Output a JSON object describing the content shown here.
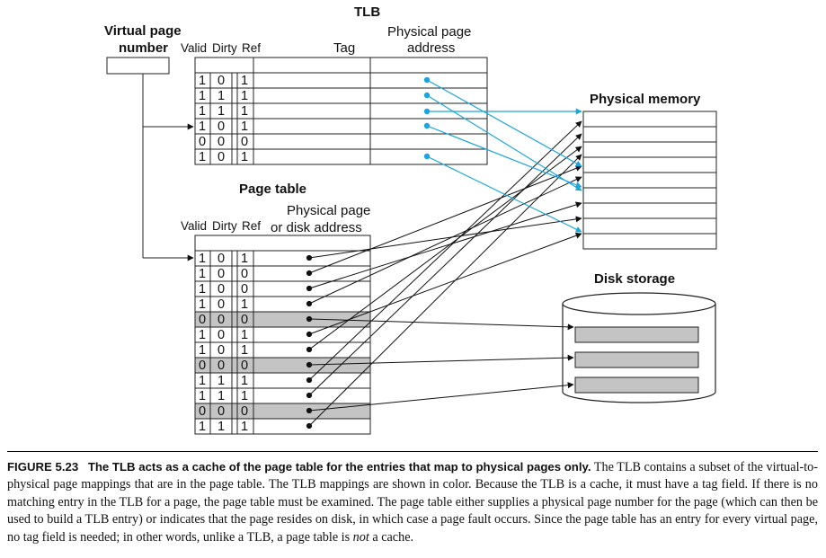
{
  "colors": {
    "tlb_link": "#1aa6dc",
    "page_link": "#111111",
    "disk_shade": "#c4c4c4",
    "line": "#222222"
  },
  "labels": {
    "vpn_line1": "Virtual page",
    "vpn_line2": "number",
    "tlb_title": "TLB",
    "tlb_valid": "Valid",
    "tlb_dirty": "Dirty",
    "tlb_ref": "Ref",
    "tlb_tag": "Tag",
    "tlb_pp_line1": "Physical page",
    "tlb_pp_line2": "address",
    "pt_title": "Page table",
    "pt_valid": "Valid",
    "pt_dirty": "Dirty",
    "pt_ref": "Ref",
    "pt_pp_line1": "Physical page",
    "pt_pp_line2": "or disk address",
    "physmem_title": "Physical memory",
    "disk_title": "Disk storage"
  },
  "tlb_rows": [
    [
      "1",
      "0",
      "1"
    ],
    [
      "1",
      "1",
      "1"
    ],
    [
      "1",
      "1",
      "1"
    ],
    [
      "1",
      "0",
      "1"
    ],
    [
      "0",
      "0",
      "0"
    ],
    [
      "1",
      "0",
      "1"
    ]
  ],
  "page_table_rows": [
    [
      "1",
      "0",
      "1"
    ],
    [
      "1",
      "0",
      "0"
    ],
    [
      "1",
      "0",
      "0"
    ],
    [
      "1",
      "0",
      "1"
    ],
    [
      "0",
      "0",
      "0"
    ],
    [
      "1",
      "0",
      "1"
    ],
    [
      "1",
      "0",
      "1"
    ],
    [
      "0",
      "0",
      "0"
    ],
    [
      "1",
      "1",
      "1"
    ],
    [
      "1",
      "1",
      "1"
    ],
    [
      "0",
      "0",
      "0"
    ],
    [
      "1",
      "1",
      "1"
    ]
  ],
  "caption": {
    "figure_label": "FIGURE 5.23",
    "title": "The TLB acts as a cache of the page table for the entries that map to physical pages only.",
    "body": " The TLB contains a subset of the virtual-to-physical page mappings that are in the page table. The TLB mappings are shown in color. Because the TLB is a cache, it must have a tag field. If there is no matching entry in the TLB for a page, the page table must be examined. The page table either supplies a physical page number for the page (which can then be used to build a TLB entry) or indicates that the page resides on disk, in which case a page fault occurs. Since the page table has an entry for every virtual page, no tag field is needed; in other words, unlike a TLB, a page table is ",
    "emphasis": "not",
    "tail": " a cache."
  }
}
